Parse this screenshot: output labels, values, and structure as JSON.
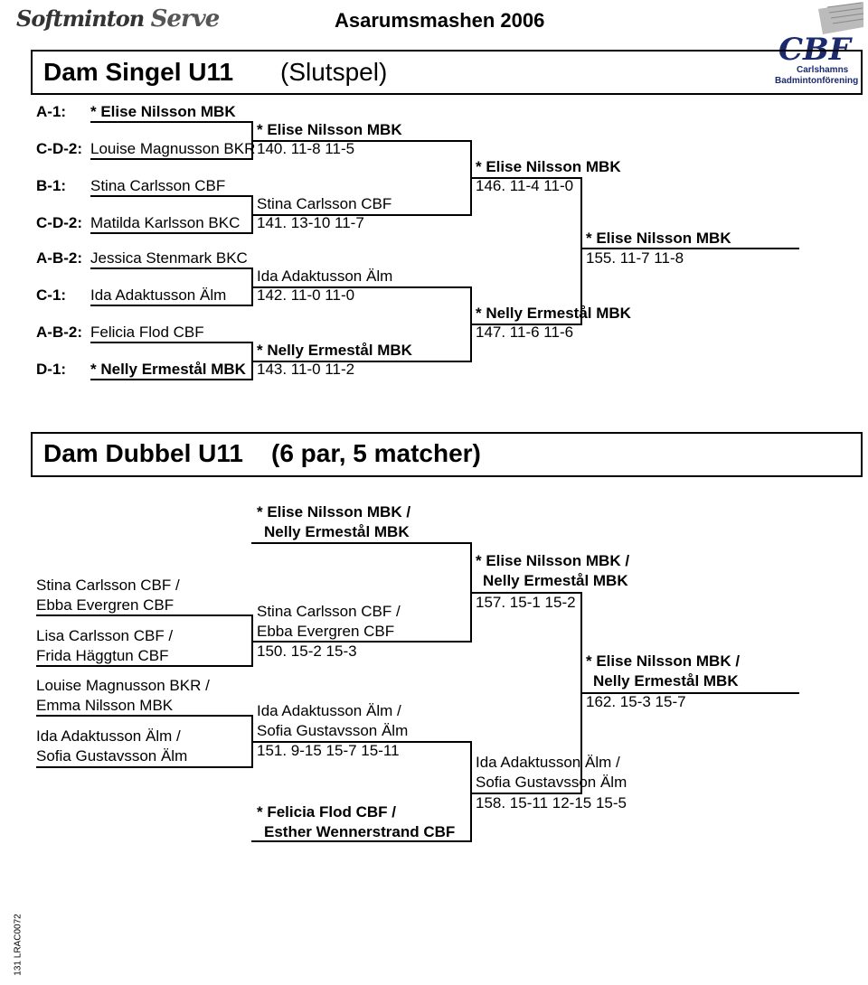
{
  "header": {
    "logo_left_part1": "Softminton",
    "logo_left_part2": "Serve",
    "event_title": "Asarumsmashen 2006",
    "logo_right_letters": "CBF",
    "logo_right_line1": "Carlshamns",
    "logo_right_line2": "Badmintonförening"
  },
  "singles": {
    "title_left": "Dam Singel U11",
    "title_right": "(Slutspel)",
    "entries": [
      {
        "seed": "A-1:",
        "name": "* Elise Nilsson MBK"
      },
      {
        "seed": "C-D-2:",
        "name": "Louise Magnusson BKR"
      },
      {
        "seed": "B-1:",
        "name": "Stina Carlsson CBF"
      },
      {
        "seed": "C-D-2:",
        "name": "Matilda Karlsson BKC"
      },
      {
        "seed": "A-B-2:",
        "name": "Jessica Stenmark BKC"
      },
      {
        "seed": "C-1:",
        "name": "Ida Adaktusson Älm"
      },
      {
        "seed": "A-B-2:",
        "name": "Felicia Flod CBF"
      },
      {
        "seed": "D-1:",
        "name": "* Nelly Ermestål MBK"
      }
    ],
    "round2": [
      {
        "winner": "* Elise Nilsson MBK",
        "result": "140.  11-8  11-5"
      },
      {
        "winner": "Stina Carlsson CBF",
        "result": "141.  13-10 11-7"
      },
      {
        "winner": "Ida Adaktusson Älm",
        "result": "142.  11-0  11-0"
      },
      {
        "winner": "* Nelly Ermestål MBK",
        "result": "143.  11-0  11-2"
      }
    ],
    "round3": [
      {
        "winner": "* Elise Nilsson MBK",
        "result": "146.  11-4  11-0"
      },
      {
        "winner": "* Nelly Ermestål MBK",
        "result": "147.  11-6  11-6"
      }
    ],
    "final": {
      "winner": "* Elise Nilsson MBK",
      "result": "155.  11-7  11-8"
    }
  },
  "doubles": {
    "title_left": "Dam Dubbel U11",
    "title_right": "(6 par,  5 matcher)",
    "pairs": [
      {
        "p1": "Stina Carlsson CBF /",
        "p2": "Ebba Evergren CBF"
      },
      {
        "p1": "Lisa Carlsson CBF /",
        "p2": "Frida Häggtun CBF"
      },
      {
        "p1": "Louise Magnusson BKR /",
        "p2": "Emma Nilsson MBK"
      },
      {
        "p1": "Ida Adaktusson Älm /",
        "p2": "Sofia Gustavsson Älm"
      }
    ],
    "seed_top": {
      "p1": "* Elise Nilsson MBK /",
      "p2": "Nelly Ermestål MBK"
    },
    "seed_bottom": {
      "p1": "* Felicia Flod CBF /",
      "p2": "Esther Wennerstrand CBF"
    },
    "m150": {
      "p1": "Stina Carlsson CBF /",
      "p2": "Ebba Evergren CBF",
      "result": "150.  15-2  15-3"
    },
    "m151": {
      "p1": "Ida Adaktusson Älm /",
      "p2": "Sofia Gustavsson Älm",
      "result": "151.  9-15  15-7  15-11"
    },
    "m157": {
      "p1": "* Elise Nilsson MBK /",
      "p2": "Nelly Ermestål MBK",
      "result": "157.  15-1  15-2"
    },
    "m158": {
      "p1": "Ida Adaktusson Älm /",
      "p2": "Sofia Gustavsson Älm",
      "result": "158.  15-11 12-15 15-5"
    },
    "m162": {
      "p1": "* Elise Nilsson MBK /",
      "p2": "Nelly Ermestål MBK",
      "result": "162.  15-3  15-7"
    }
  },
  "footer": {
    "side_code": "131  LRAC0072"
  }
}
